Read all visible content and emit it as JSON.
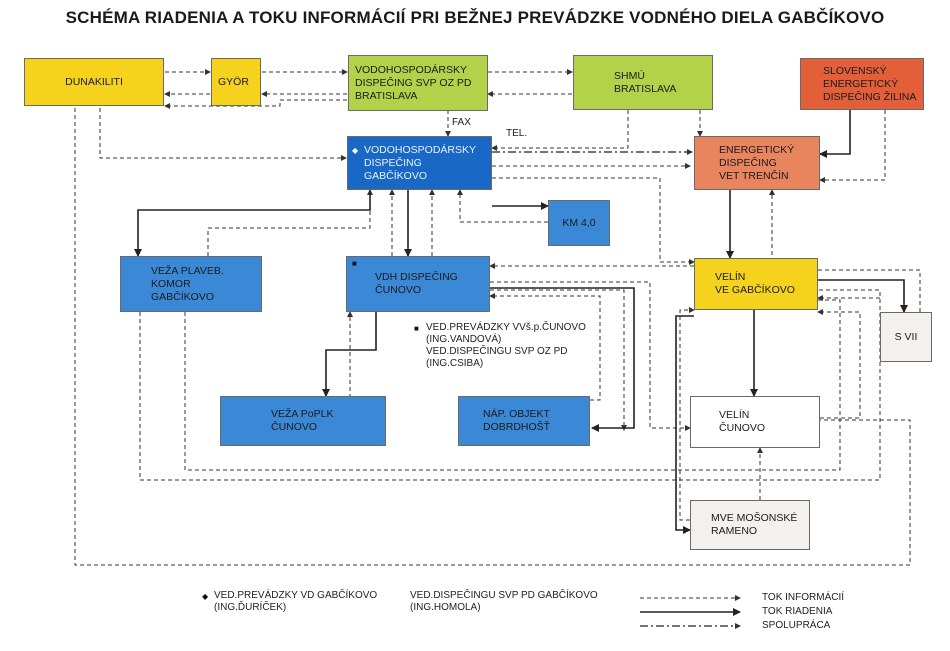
{
  "title": "SCHÉMA RIADENIA A TOKU INFORMÁCIÍ PRI BEŽNEJ PREVÁDZKE VODNÉHO DIELA GABČÍKOVO",
  "boxes": {
    "dunakiliti": {
      "lines": [
        "DUNAKILITI"
      ],
      "color": "#f5d21b"
    },
    "gyor": {
      "lines": [
        "GYÖR"
      ],
      "color": "#f5d21b"
    },
    "vd_bratislava": {
      "lines": [
        "VODOHOSPODÁRSKY",
        "DISPEČING SVP OZ PD",
        "BRATISLAVA"
      ],
      "color": "#b3d24a"
    },
    "shmu": {
      "lines": [
        "SHMÚ",
        "BRATISLAVA"
      ],
      "color": "#b3d24a"
    },
    "sed_zilina": {
      "lines": [
        "SLOVENSKÝ",
        "ENERGETICKÝ",
        "DISPEČING ŽILINA"
      ],
      "color": "#e25f3a"
    },
    "vd_gabcikovo": {
      "lines": [
        "VODOHOSPODÁRSKY",
        "DISPEČING",
        "GABČÍKOVO"
      ],
      "color": "#1968c6"
    },
    "ed_trencin": {
      "lines": [
        "ENERGETICKÝ",
        "DISPEČING",
        "VET TRENČÍN"
      ],
      "color": "#e8855e"
    },
    "km40": {
      "lines": [
        "KM 4,0"
      ],
      "color": "#3b89d6"
    },
    "veza_komor": {
      "lines": [
        "VEŽA PLAVEB.",
        "KOMOR",
        "GABČÍKOVO"
      ],
      "color": "#3b89d6"
    },
    "vdh_cunovo": {
      "lines": [
        "VDH DISPEČING",
        "ČUNOVO"
      ],
      "color": "#3b89d6"
    },
    "velin_gabcikovo": {
      "lines": [
        "VELÍN",
        "VE GABČÍKOVO"
      ],
      "color": "#f5d21b"
    },
    "s7": {
      "lines": [
        "S VII"
      ],
      "color": "#f4f0ee"
    },
    "veza_poplk": {
      "lines": [
        "VEŽA PoPLK",
        "ČUNOVO"
      ],
      "color": "#3b89d6"
    },
    "nap_objekt": {
      "lines": [
        "NÁP. OBJEKT",
        "DOBRDHOŠŤ"
      ],
      "color": "#3b89d6"
    },
    "velin_cunovo": {
      "lines": [
        "VELÍN",
        "ČUNOVO"
      ],
      "color": "#ffffff"
    },
    "mve": {
      "lines": [
        "MVE MOŠONSKÉ",
        "RAMENO"
      ],
      "color": "#f4f0ee"
    }
  },
  "labels": {
    "fax": "FAX",
    "tel": "TEL."
  },
  "note_cunovo": [
    "VED.PREVÁDZKY VVš.p.ČUNOVO",
    "(ING.VANDOVÁ)",
    "VED.DISPEČINGU SVP OZ PD",
    "(ING.CSIBA)"
  ],
  "footer": {
    "left": [
      "VED.PREVÁDZKY VD GABČÍKOVO",
      "(ING.ĎURÍČEK)"
    ],
    "middle": [
      "VED.DISPEČINGU SVP PD GABČÍKOVO",
      "(ING.HOMOLA)"
    ]
  },
  "legend": [
    {
      "label": "TOK INFORMÁCIÍ",
      "style": "dashed"
    },
    {
      "label": "TOK RIADENIA",
      "style": "solid"
    },
    {
      "label": "SPOLUPRÁCA",
      "style": "dash-dot"
    }
  ]
}
